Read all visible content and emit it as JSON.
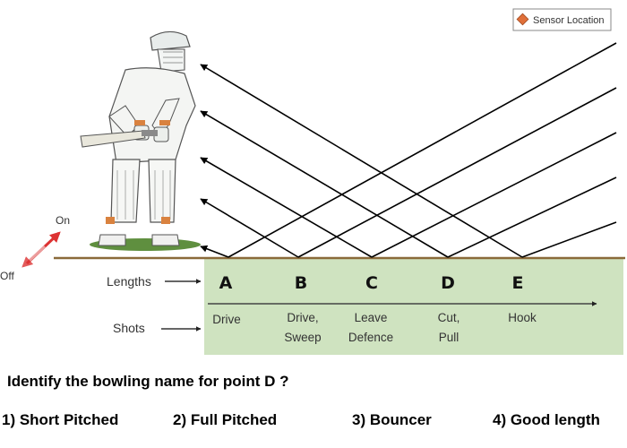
{
  "legend": {
    "label": "Sensor Location",
    "marker_color": "#e0703a"
  },
  "direction": {
    "on": "On",
    "off": "Off"
  },
  "row_labels": {
    "lengths": "Lengths",
    "shots": "Shots"
  },
  "points": [
    {
      "letter": "A",
      "shot_lines": [
        "Drive"
      ]
    },
    {
      "letter": "B",
      "shot_lines": [
        "Drive,",
        "Sweep"
      ]
    },
    {
      "letter": "C",
      "shot_lines": [
        "Leave",
        "Defence"
      ]
    },
    {
      "letter": "D",
      "shot_lines": [
        "Cut,",
        "Pull"
      ]
    },
    {
      "letter": "E",
      "shot_lines": [
        "Hook"
      ]
    }
  ],
  "colors": {
    "band": "#cfe3c0",
    "ground": "#8a6a3a",
    "arrow": "#000000",
    "grass": "#5f8f3f"
  },
  "question": "Identify the bowling name for point D ?",
  "options": [
    "1) Short Pitched",
    "2) Full Pitched",
    "3) Bouncer",
    "4) Good length"
  ]
}
